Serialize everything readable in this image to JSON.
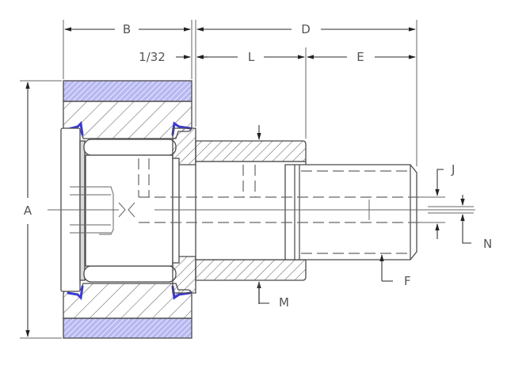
{
  "diagram": {
    "title": "Cam follower with crowned outer ring - dimensioned cross-section",
    "colors": {
      "line": "#555555",
      "hatch": "#555555",
      "outer_ring_band": "#a7a7ee",
      "seal": "#3a3ad0",
      "background": "#ffffff"
    },
    "dimensions": {
      "A": "A",
      "B": "B",
      "gap": "1/32",
      "D": "D",
      "L": "L",
      "E": "E",
      "J": "J",
      "N": "N",
      "F": "F",
      "M": "M"
    },
    "components": [
      "outer-ring",
      "needle-rollers",
      "seals",
      "end-plate",
      "flange",
      "stud-body",
      "threaded-stud",
      "lube-passage",
      "hex-socket"
    ]
  }
}
